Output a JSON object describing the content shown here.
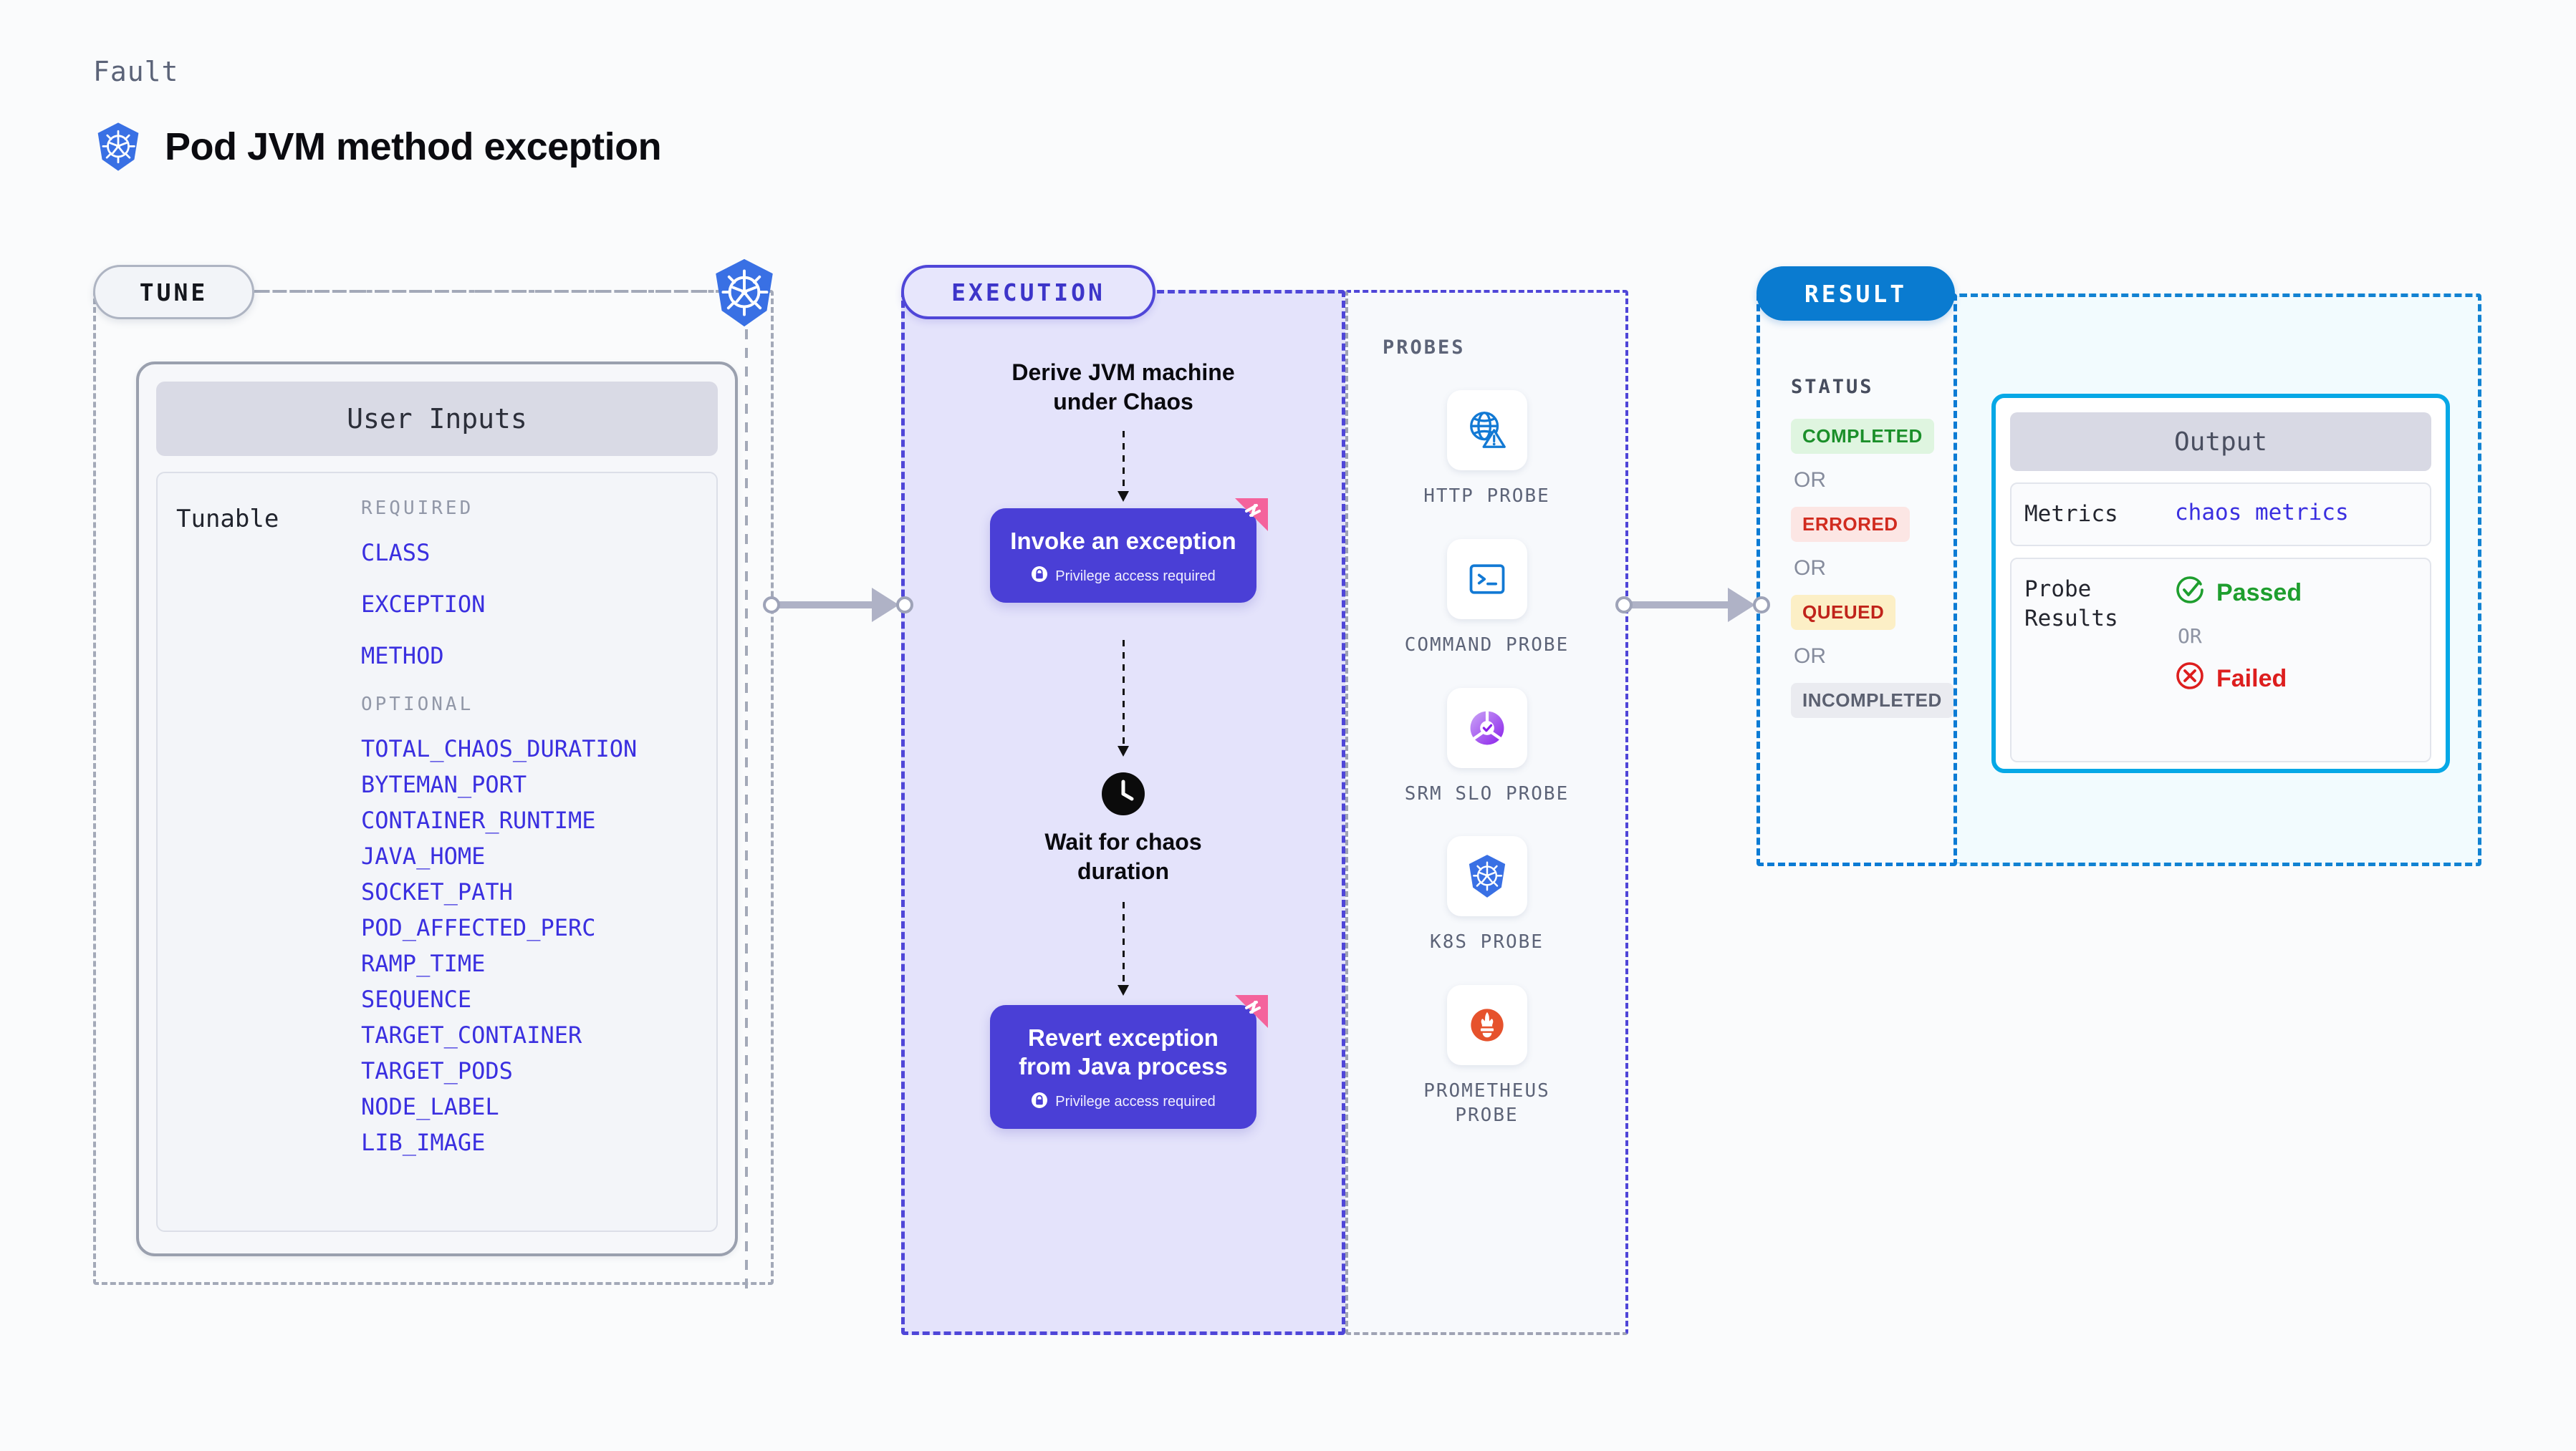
{
  "header": {
    "kicker": "Fault",
    "title": "Pod JVM method exception",
    "icon": "kubernetes-icon"
  },
  "regions": {
    "tune": {
      "label": "TUNE",
      "border_color": "#A3A9B8"
    },
    "execution": {
      "label": "EXECUTION",
      "border_color": "#4F46D8",
      "fill": "#E4E3FB"
    },
    "probes": {
      "label": "PROBES"
    },
    "result": {
      "label": "RESULT",
      "pill_bg": "#0A7BD0",
      "border_color": "#1282D2",
      "fill": "#F2FBFE"
    }
  },
  "tune": {
    "panel_header": "User Inputs",
    "tunable_label": "Tunable",
    "required_title": "REQUIRED",
    "optional_title": "OPTIONAL",
    "required": [
      "CLASS",
      "EXCEPTION",
      "METHOD"
    ],
    "optional": [
      "TOTAL_CHAOS_DURATION",
      "BYTEMAN_PORT",
      "CONTAINER_RUNTIME",
      "JAVA_HOME",
      "SOCKET_PATH",
      "POD_AFFECTED_PERC",
      "RAMP_TIME",
      "SEQUENCE",
      "TARGET_CONTAINER",
      "TARGET_PODS",
      "NODE_LABEL",
      "LIB_IMAGE"
    ],
    "param_color": "#3A2FE0"
  },
  "execution": {
    "steps": [
      {
        "type": "text",
        "label": "Derive JVM machine\nunder Chaos"
      },
      {
        "type": "card",
        "label": "Invoke an exception",
        "note": "Privilege access required",
        "note_icon": "lock-icon",
        "badge_icon": "harness-corner-icon"
      },
      {
        "type": "clock",
        "icon": "clock-icon",
        "label": "Wait for chaos\nduration"
      },
      {
        "type": "card",
        "label": "Revert exception\nfrom Java process",
        "note": "Privilege access required",
        "note_icon": "lock-icon",
        "badge_icon": "harness-corner-icon"
      }
    ],
    "card_color": "#4A3FD6",
    "badge_color": "#F4639C"
  },
  "probes": [
    {
      "caption": "HTTP PROBE",
      "icon": "globe-warning-icon",
      "color": "#1279D4"
    },
    {
      "caption": "COMMAND PROBE",
      "icon": "terminal-icon",
      "color": "#1279D4"
    },
    {
      "caption": "SRM SLO PROBE",
      "icon": "slo-donut-check-icon",
      "color": "#9333EA"
    },
    {
      "caption": "K8S PROBE",
      "icon": "kubernetes-icon",
      "color": "#3970E4"
    },
    {
      "caption": "PROMETHEUS PROBE",
      "icon": "prometheus-flame-icon",
      "color": "#E6522C"
    }
  ],
  "result": {
    "status_label": "STATUS",
    "or_text": "OR",
    "statuses": [
      {
        "label": "COMPLETED",
        "text_color": "#1B8F2A",
        "bg_color": "#DFF5E0"
      },
      {
        "label": "ERRORED",
        "text_color": "#D12B1F",
        "bg_color": "#FCE6E4"
      },
      {
        "label": "QUEUED",
        "text_color": "#C0231A",
        "bg_color": "#FCEFC6"
      },
      {
        "label": "INCOMPLETED",
        "text_color": "#5B6070",
        "bg_color": "#EAEBF0"
      }
    ],
    "output": {
      "header": "Output",
      "metrics_key": "Metrics",
      "metrics_value": "chaos metrics",
      "probe_results_key": "Probe\nResults",
      "passed_label": "Passed",
      "failed_label": "Failed",
      "or_text": "OR",
      "passed_icon": "check-circle-icon",
      "failed_icon": "x-circle-icon",
      "border_color": "#06A8E6"
    }
  }
}
